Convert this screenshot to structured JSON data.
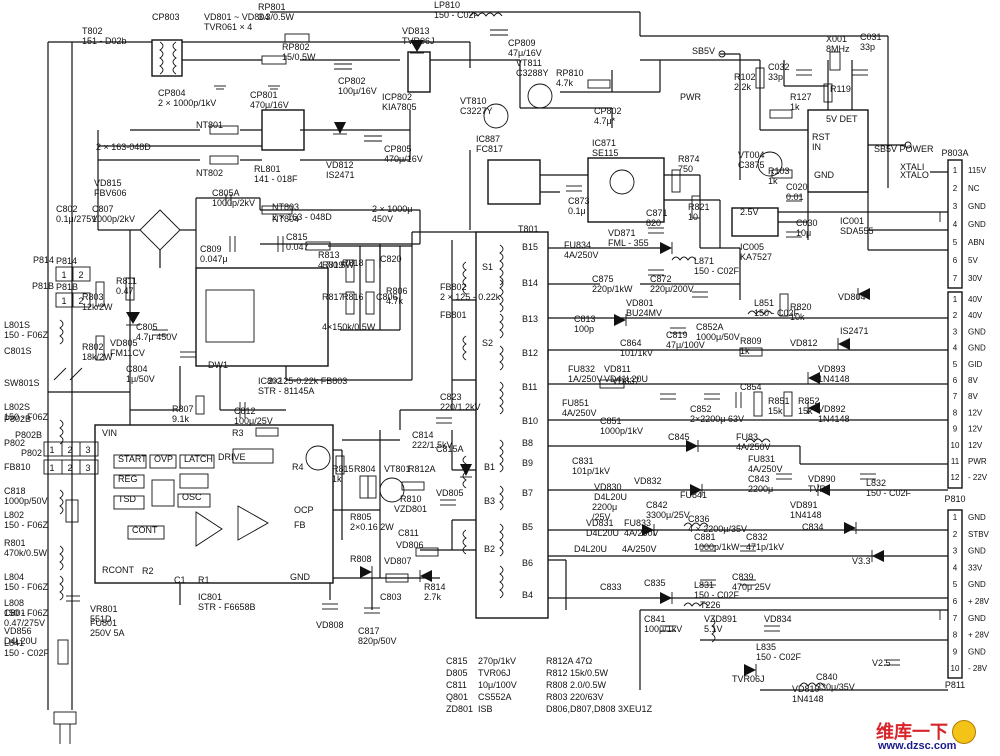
{
  "components": [
    [
      "T802",
      "151 - D02b"
    ],
    [
      "CP803",
      ""
    ],
    [
      "VD801 ~ VD804",
      "TVR061 × 4"
    ],
    [
      "CP804",
      "2 × 1000p/1kV"
    ],
    [
      "RP801",
      "3.3/0.5W"
    ],
    [
      "RP802",
      "15/0.5W"
    ],
    [
      "CP801",
      "470μ/16V"
    ],
    [
      "CP802",
      "100μ/16V"
    ],
    [
      "LP810",
      "150 - C02F"
    ],
    [
      "VD813",
      "TVR06J"
    ],
    [
      "CP809",
      "47μ/16V"
    ],
    [
      "ICP802",
      "KIA7805"
    ],
    [
      "VT811",
      "C3288Y"
    ],
    [
      "RP810",
      "4.7k"
    ],
    [
      "VT810",
      "C3227Y"
    ],
    [
      "CP802",
      "4.7μ*"
    ],
    [
      "SB5V",
      ""
    ],
    [
      "PWR",
      ""
    ],
    [
      "R102",
      "2.2k"
    ],
    [
      "C032",
      "33p"
    ],
    [
      "X001",
      "8MHz"
    ],
    [
      "C031",
      "33p"
    ],
    [
      "R127",
      "1k"
    ],
    [
      "R119",
      ""
    ],
    [
      "NT801",
      ""
    ],
    [
      "RL801",
      "141 - 018F"
    ],
    [
      "VD812",
      "IS2471"
    ],
    [
      "CP805",
      "470μ/16V"
    ],
    [
      "NT802",
      ""
    ],
    [
      "2 × 163-048D",
      ""
    ],
    [
      "IC887",
      "FC817"
    ],
    [
      "IC871",
      "SE115"
    ],
    [
      "R874",
      "750"
    ],
    [
      "R821",
      "10"
    ],
    [
      "C873",
      "0.1μ"
    ],
    [
      "C871",
      "820"
    ],
    [
      "VT004",
      "C3875"
    ],
    [
      "R103",
      "1k"
    ],
    [
      "C020",
      "0.01"
    ],
    [
      "C030",
      "10μ"
    ],
    [
      "IC001",
      "SDA555"
    ],
    [
      "IC005",
      "KA7527"
    ],
    [
      "VD815",
      "FBV606"
    ],
    [
      "C805A",
      "1000p/2kV"
    ],
    [
      "NT803",
      "2 × 163 - 048D"
    ],
    [
      "NT804",
      ""
    ],
    [
      "C802",
      "0.1μ/275V"
    ],
    [
      "C807",
      "1000p/2kV"
    ],
    [
      "C809",
      "0.047μ"
    ],
    [
      "C815",
      "0.047"
    ],
    [
      "R813",
      "4.7/0.5W"
    ],
    [
      "2 × 1000μ",
      "450V"
    ],
    [
      "FB802",
      "2 × 125 - 0.22k"
    ],
    [
      "FB801",
      ""
    ],
    [
      "T801",
      ""
    ],
    [
      "VD871",
      "FML - 355"
    ],
    [
      "FU834",
      "4A/250V"
    ],
    [
      "L871",
      "150 - C02F"
    ],
    [
      "C875",
      "220p/1kW"
    ],
    [
      "C872",
      "220μ/200V"
    ],
    [
      "P814",
      ""
    ],
    [
      "P81B",
      ""
    ],
    [
      "R803",
      "12k/2W"
    ],
    [
      "R802",
      "18k/2W"
    ],
    [
      "R811",
      "0.47"
    ],
    [
      "VD805",
      "FM11CV"
    ],
    [
      "C805",
      "4.7μ 450V"
    ],
    [
      "C804",
      "1μ/50V"
    ],
    [
      "R819",
      ""
    ],
    [
      "R818",
      ""
    ],
    [
      "C820",
      ""
    ],
    [
      "R817",
      ""
    ],
    [
      "R816",
      ""
    ],
    [
      "C806",
      ""
    ],
    [
      "R806",
      "4.7k"
    ],
    [
      "4×150k/0.5W",
      ""
    ],
    [
      "IC802",
      "STR - 81145A"
    ],
    [
      "DW1",
      ""
    ],
    [
      "VD801",
      "BU24MV"
    ],
    [
      "C813",
      "100p"
    ],
    [
      "C852A",
      "1000μ/50V"
    ],
    [
      "L851",
      "150 - C02F"
    ],
    [
      "R820",
      "10k"
    ],
    [
      "C819",
      "47μ/100V"
    ],
    [
      "C864",
      "101/1kV"
    ],
    [
      "R809",
      "1k"
    ],
    [
      "FU832",
      "1A/250V"
    ],
    [
      "VD811",
      "VD41L20U"
    ],
    [
      "VD837",
      ""
    ],
    [
      "VD804",
      ""
    ],
    [
      "IS2471",
      ""
    ],
    [
      "VD812",
      ""
    ],
    [
      "VD893",
      "1N4148"
    ],
    [
      "VD892",
      "1N4148"
    ],
    [
      "R807",
      "9.1k"
    ],
    [
      "C812",
      "100μ/25V"
    ],
    [
      "2×125-0.22k FB803",
      ""
    ],
    [
      "FU851",
      "4A/250V"
    ],
    [
      "C851",
      "1000p/1kV"
    ],
    [
      "C852",
      "2×2200μ 63V"
    ],
    [
      "C854",
      ""
    ],
    [
      "R851",
      "15k"
    ],
    [
      "R852",
      "15k"
    ],
    [
      "L801S",
      "150 - F06Z"
    ],
    [
      "C801S",
      ""
    ],
    [
      "SW801S",
      ""
    ],
    [
      "L802S",
      "150 - F06Z"
    ],
    [
      "P802B",
      ""
    ],
    [
      "P802",
      ""
    ],
    [
      "FB810",
      ""
    ],
    [
      "C823",
      "220/1.2kV"
    ],
    [
      "C814",
      "222/1.5kV"
    ],
    [
      "R3",
      ""
    ],
    [
      "VIN",
      ""
    ],
    [
      "DRIVE",
      ""
    ],
    [
      "START",
      ""
    ],
    [
      "OVP",
      ""
    ],
    [
      "LATCH",
      ""
    ],
    [
      "REG",
      ""
    ],
    [
      "TSD",
      ""
    ],
    [
      "OSC",
      ""
    ],
    [
      "CONT",
      ""
    ],
    [
      "OCP",
      ""
    ],
    [
      "FB",
      ""
    ],
    [
      "GND",
      ""
    ],
    [
      "RCONT",
      ""
    ],
    [
      "R2",
      ""
    ],
    [
      "C1",
      ""
    ],
    [
      "R1",
      ""
    ],
    [
      "IC801",
      "STR - F6658B"
    ],
    [
      "R815",
      "1k"
    ],
    [
      "R4",
      ""
    ],
    [
      "R804",
      ""
    ],
    [
      "R805",
      "2×0.16 2W"
    ],
    [
      "VT801",
      ""
    ],
    [
      "R812A",
      ""
    ],
    [
      "C815A",
      ""
    ],
    [
      "VD805",
      ""
    ],
    [
      "R810",
      ""
    ],
    [
      "VZD801",
      ""
    ],
    [
      "C811",
      ""
    ],
    [
      "VD806",
      ""
    ],
    [
      "R808",
      ""
    ],
    [
      "VD807",
      ""
    ],
    [
      "C803",
      ""
    ],
    [
      "R814",
      "2.7k"
    ],
    [
      "VD808",
      ""
    ],
    [
      "C817",
      "820p/50V"
    ],
    [
      "C818",
      "1000p/50V"
    ],
    [
      "L802",
      "150 - F06Z"
    ],
    [
      "R801",
      "470k/0.5W"
    ],
    [
      "L804",
      "150 - F06Z"
    ],
    [
      "L808",
      "150 - F06Z"
    ],
    [
      "C801",
      "0.47/275V"
    ],
    [
      "VR801",
      "551D"
    ],
    [
      "FU801",
      "250V 5A"
    ],
    [
      "VD856",
      "D4L20U"
    ],
    [
      "L841",
      "150 - C02F"
    ],
    [
      "C845",
      ""
    ],
    [
      "FU83",
      "4A/250V"
    ],
    [
      "FU831",
      "4A/250V"
    ],
    [
      "C831",
      "101p/1kV"
    ],
    [
      "VD830",
      "D4L20U"
    ],
    [
      "VD832",
      ""
    ],
    [
      "FU841",
      ""
    ],
    [
      "C842",
      "3300μ/25V"
    ],
    [
      "2200μ",
      "/25V"
    ],
    [
      "VD891",
      "1N4148"
    ],
    [
      "C843",
      "2200μ"
    ],
    [
      "VD890",
      "TVR"
    ],
    [
      "L832",
      "150 - C02F"
    ],
    [
      "C834",
      ""
    ],
    [
      "C836",
      "4 × 2200μ/35V"
    ],
    [
      "C881",
      "1000p/1kW"
    ],
    [
      "C832",
      "471p/1kV"
    ],
    [
      "D4L20U",
      ""
    ],
    [
      "4A/250V",
      ""
    ],
    [
      "FU833",
      "4A/250V"
    ],
    [
      "VD831",
      "D4L20U"
    ],
    [
      "C833",
      ""
    ],
    [
      "C835",
      ""
    ],
    [
      "L831",
      "150 - C02F"
    ],
    [
      "C839",
      "470μ 25V"
    ],
    [
      "T226",
      ""
    ],
    [
      "C841",
      "100μ/1kV"
    ],
    [
      "VZD891",
      "5.1V"
    ],
    [
      "VD834",
      ""
    ],
    [
      "L835",
      "150 - C02F"
    ],
    [
      "TVR06J",
      ""
    ],
    [
      "C840",
      "330μ/35V"
    ],
    [
      "VD810",
      "1N4148"
    ],
    [
      "V2.5",
      ""
    ],
    [
      "V3.3",
      ""
    ],
    [
      "XTALI",
      ""
    ],
    [
      "XTALO",
      ""
    ],
    [
      "5V DET",
      ""
    ],
    [
      "SB5V POWER",
      ""
    ],
    [
      "RST",
      ""
    ],
    [
      "IN",
      ""
    ],
    [
      "GND",
      ""
    ],
    [
      "2.5V",
      ""
    ]
  ],
  "notes": [
    [
      "C815",
      "270p/1kV",
      "R812A 47Ω"
    ],
    [
      "D805",
      "TVR06J",
      "R812 15k/0.5W"
    ],
    [
      "C811",
      "10μ/100V",
      "R808 2.0/0.5W"
    ],
    [
      "Q801",
      "CS552A",
      "R803 220/63V"
    ],
    [
      "ZD801",
      "ISB",
      "D806,D807,D808 3XEU1Z"
    ]
  ],
  "windings": [
    "B15",
    "B14",
    "B13",
    "B12",
    "B11",
    "B10",
    "B8",
    "B9",
    "B7",
    "B5",
    "B6",
    "B4",
    "S1",
    "S2",
    "B1",
    "B3",
    "B2"
  ],
  "connector_p803a": {
    "name": "P803A",
    "pins": [
      [
        "1",
        "115V"
      ],
      [
        "2",
        "NC"
      ],
      [
        "3",
        "GND"
      ],
      [
        "4",
        "GND"
      ],
      [
        "5",
        "ABN"
      ],
      [
        "6",
        "5V"
      ],
      [
        "7",
        "30V"
      ]
    ]
  },
  "connector_p810": {
    "name": "P810",
    "pins": [
      [
        "1",
        "40V"
      ],
      [
        "2",
        "40V"
      ],
      [
        "3",
        "GND"
      ],
      [
        "4",
        "GND"
      ],
      [
        "5",
        "GID"
      ],
      [
        "6",
        "8V"
      ],
      [
        "7",
        "8V"
      ],
      [
        "8",
        "12V"
      ],
      [
        "9",
        "12V"
      ],
      [
        "10",
        "12V"
      ],
      [
        "11",
        "PWR"
      ],
      [
        "12",
        "- 22V"
      ]
    ]
  },
  "connector_p811": {
    "name": "P811",
    "pins": [
      [
        "1",
        "GND"
      ],
      [
        "2",
        "STBV"
      ],
      [
        "3",
        "GND"
      ],
      [
        "4",
        "33V"
      ],
      [
        "5",
        "GND"
      ],
      [
        "6",
        "+ 28V"
      ],
      [
        "7",
        "GND"
      ],
      [
        "8",
        "+ 28V"
      ],
      [
        "9",
        "GND"
      ],
      [
        "10",
        "- 28V"
      ]
    ]
  },
  "input_connectors": [
    [
      "P814",
      [
        "1",
        "2"
      ]
    ],
    [
      "P81B",
      [
        "1",
        "2"
      ]
    ],
    [
      "P802B",
      [
        "1",
        "2",
        "3"
      ]
    ],
    [
      "P802",
      [
        "1",
        "2",
        "3"
      ]
    ]
  ],
  "watermark": {
    "cn": "维库一下",
    "url": "www.dzsc.com"
  }
}
